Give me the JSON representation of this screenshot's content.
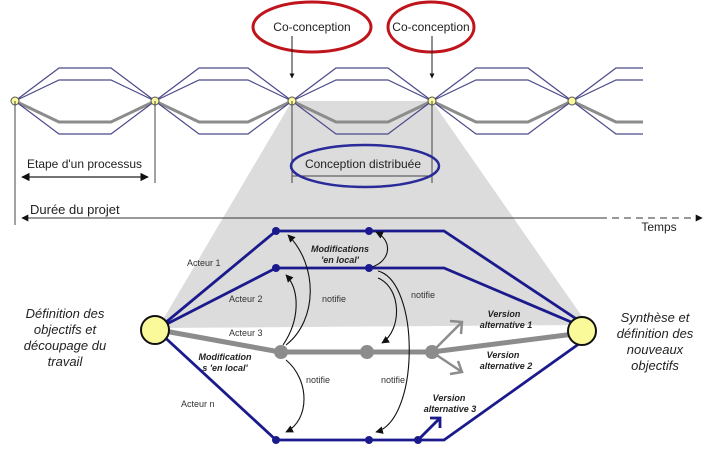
{
  "top": {
    "coconception_labels": [
      "Co-conception",
      "Co-conception"
    ],
    "etape_label": "Etape d'un processus",
    "conception_distribuee_label": "Conception distribuée",
    "duree_label": "Durée du projet",
    "temps_label": "Temps",
    "stage_count": 4
  },
  "bottom": {
    "left_node_label": [
      "Définition des",
      "objectifs et",
      "découpage du",
      "travail"
    ],
    "right_node_label": [
      "Synthèse et",
      "définition des",
      "nouveaux",
      "objectifs"
    ],
    "actors": [
      "Acteur 1",
      "Acteur 2",
      "Acteur 3",
      "Acteur n"
    ],
    "modifications_top": [
      "Modifications",
      "'en local'"
    ],
    "modifications_mid": [
      "Modification",
      "s 'en local'"
    ],
    "notifie_labels": [
      "notifie",
      "notifie",
      "notifie",
      "notifie"
    ],
    "versions": [
      [
        "Version",
        "alternative 1"
      ],
      [
        "Version",
        "alternative 2"
      ],
      [
        "Version",
        "alternative 3"
      ]
    ]
  },
  "colors": {
    "navy": "#1a1a8c",
    "thin_blue": "#4a4a8a",
    "gray_path": "#8c8c8c",
    "node_fill": "#fafa9a",
    "red_ellipse": "#c0141c",
    "blue_ellipse": "#2a2a9a",
    "shade": "#dcdcdc"
  }
}
